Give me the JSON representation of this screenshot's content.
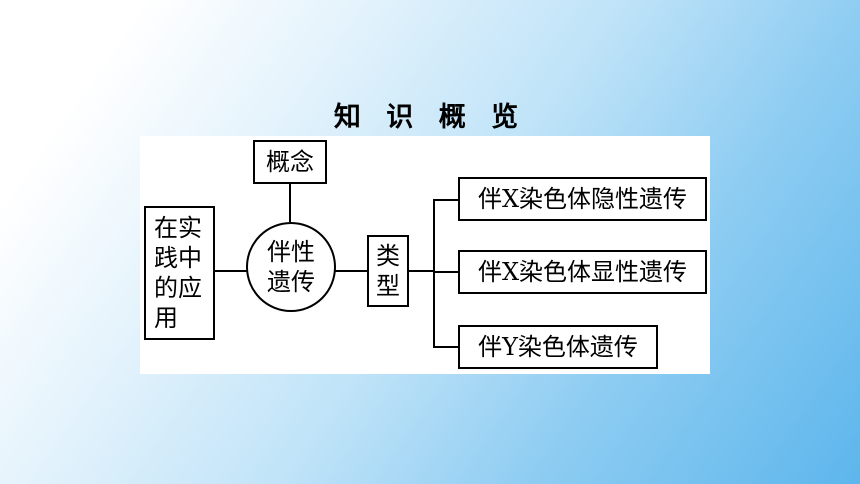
{
  "title": "知 识 概 览",
  "diagram": {
    "concept": "概念",
    "center": [
      "伴性",
      "遗传"
    ],
    "practice": [
      "在实",
      "践中",
      "的应",
      "用"
    ],
    "types_label": [
      "类",
      "型"
    ],
    "types": [
      "伴X染色体隐性遗传",
      "伴X染色体显性遗传",
      "伴Y染色体遗传"
    ]
  }
}
